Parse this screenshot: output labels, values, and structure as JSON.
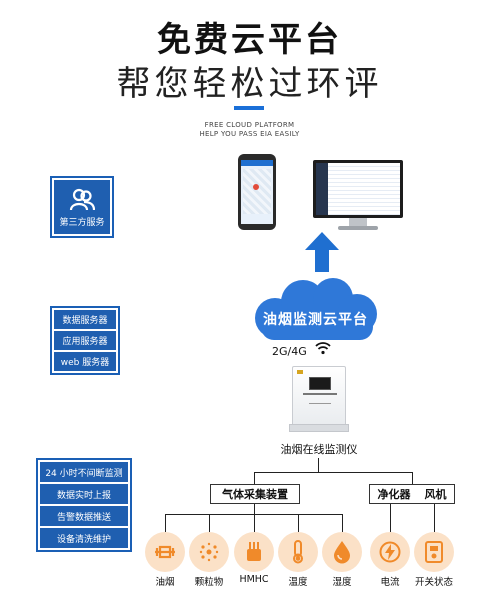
{
  "header": {
    "title": "免费云平台",
    "subtitle": "帮您轻松过环评",
    "en_line1": "FREE CLOUD PLATFORM",
    "en_line2": "HELP YOU PASS EIA EASILY"
  },
  "left": {
    "third_party": "第三方服务",
    "services": [
      "数据服务器",
      "应用服务器",
      "web 服务器"
    ],
    "features": [
      "24 小时不间断监测",
      "数据实时上报",
      "告警数据推送",
      "设备清洗维护"
    ]
  },
  "cloud_label": "油烟监测云平台",
  "network_label": "2G/4G",
  "device_label": "油烟在线监测仪",
  "groups": {
    "gas": "气体采集装置",
    "purifier": "净化器",
    "fan": "风机"
  },
  "sensors": [
    {
      "label": "油烟",
      "icon": "pipe-icon"
    },
    {
      "label": "颗粒物",
      "icon": "particle-icon"
    },
    {
      "label": "HMHC",
      "icon": "hmhc-icon"
    },
    {
      "label": "温度",
      "icon": "thermometer-icon"
    },
    {
      "label": "湿度",
      "icon": "humidity-icon"
    },
    {
      "label": "电流",
      "icon": "current-icon"
    },
    {
      "label": "开关状态",
      "icon": "switch-icon"
    }
  ],
  "colors": {
    "accent": "#1a6fd8",
    "box_blue": "#1f5fb0",
    "cloud": "#2f78d8",
    "sensor_bg": "#fbe1c7",
    "sensor_icon": "#f08a2a"
  }
}
